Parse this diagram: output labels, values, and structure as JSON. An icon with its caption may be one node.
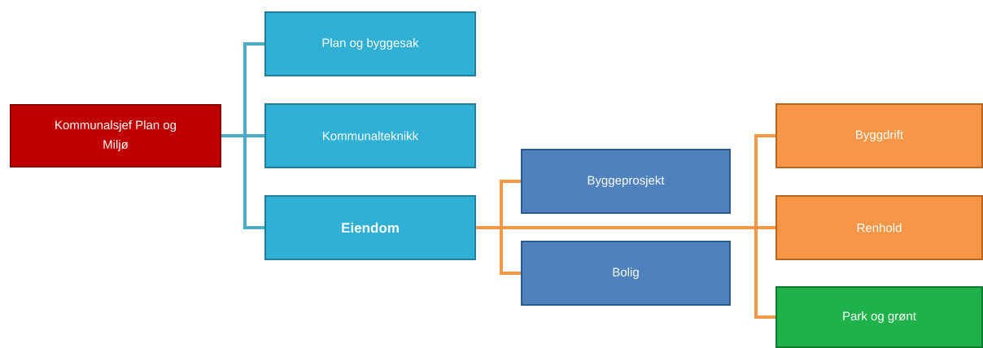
{
  "diagram": {
    "nodes": [
      {
        "text": [
          "Kommunalsjef Plan og Miljø"
        ]
      },
      {
        "text": [
          "Plan og byggesak"
        ]
      },
      {
        "text": [
          "Kommunalteknikk"
        ]
      },
      {
        "text": [
          "Eiendom"
        ]
      },
      {
        "text": [
          "Byggeprosjekt"
        ]
      },
      {
        "text": [
          "Bolig"
        ]
      },
      {
        "text": [
          "Byggdrift"
        ]
      },
      {
        "text": [
          "Renhold"
        ]
      },
      {
        "text": [
          "Park og grønt"
        ]
      }
    ],
    "edges": [
      {
        "from": 0,
        "to": 1,
        "arrow": "none",
        "color": "#4bacc6"
      },
      {
        "from": 0,
        "to": 2,
        "arrow": "none",
        "color": "#4bacc6"
      },
      {
        "from": 0,
        "to": 3,
        "arrow": "none",
        "color": "#4bacc6"
      },
      {
        "from": 3,
        "to": 4,
        "arrow": "none"
      },
      {
        "from": 3,
        "to": 5,
        "arrow": "none"
      },
      {
        "from": 3,
        "to": 6,
        "arrow": "none"
      },
      {
        "from": 3,
        "to": 7,
        "arrow": "none"
      },
      {
        "from": 3,
        "to": 8,
        "arrow": "none"
      }
    ]
  }
}
